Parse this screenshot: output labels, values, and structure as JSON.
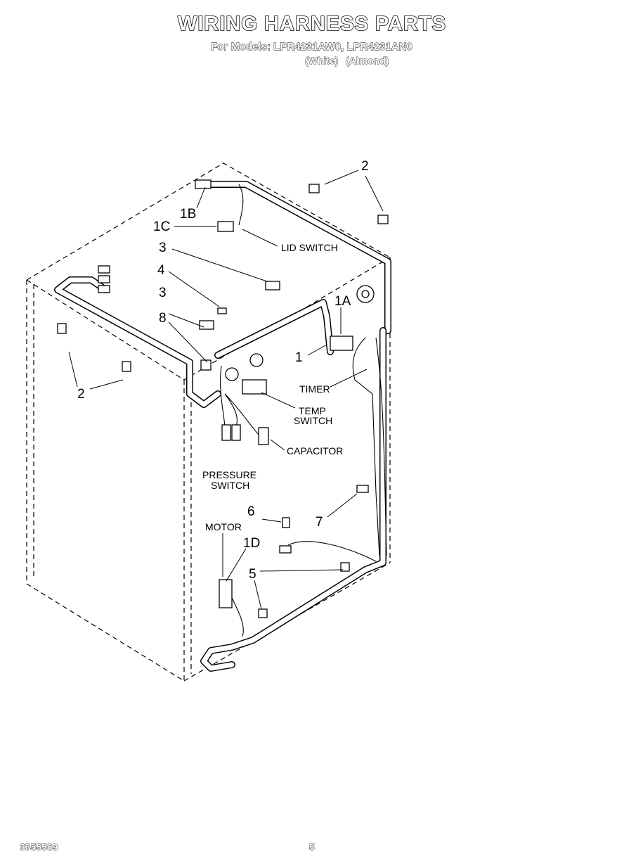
{
  "header": {
    "title": "WIRING HARNESS PARTS",
    "models_line": "For Models: LPR4231AW0, LPR4231AN0",
    "variant_white": "(White)",
    "variant_almond": "(Almond)"
  },
  "callouts": {
    "c2_top": "2",
    "c1B": "1B",
    "c1C": "1C",
    "lid_switch": "LID SWITCH",
    "c3_upper": "3",
    "c4": "4",
    "c3_lower": "3",
    "c1A": "1A",
    "c8": "8",
    "c1": "1",
    "c2_left": "2",
    "timer": "TIMER",
    "temp_switch_1": "TEMP",
    "temp_switch_2": "SWITCH",
    "capacitor": "CAPACITOR",
    "pressure_switch_1": "PRESSURE",
    "pressure_switch_2": "SWITCH",
    "c6": "6",
    "c7": "7",
    "motor": "MOTOR",
    "c1D": "1D",
    "c5": "5"
  },
  "footer": {
    "doc_number": "3355569",
    "page_number": "5"
  }
}
